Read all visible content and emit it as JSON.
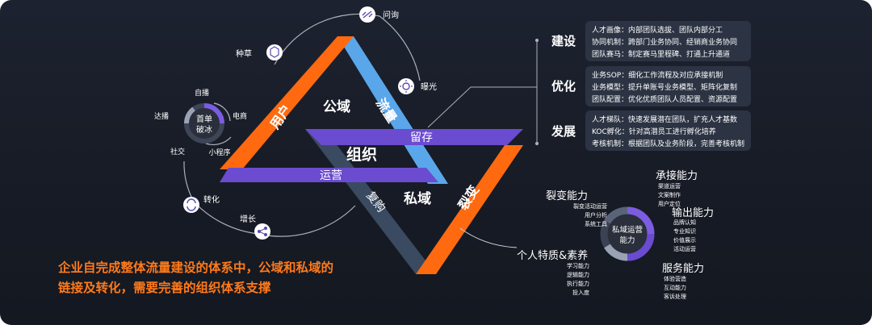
{
  "cycle": {
    "center": [
      "首单",
      "破冰"
    ],
    "inner": {
      "top": "自播",
      "right": "电商",
      "bottom": "小程序",
      "left": "达播",
      "left_lower": "社交"
    },
    "outer": {
      "top_left": "种草",
      "top": "问询",
      "right": "曝光",
      "bottom_left": "转化",
      "bottom": "增长"
    }
  },
  "triangle": {
    "public": "公域",
    "private": "私域",
    "org": "组织",
    "users": "用户",
    "traffic": "流量",
    "retention": "留存",
    "operation": "运营",
    "repurchase": "复购",
    "fission": "裂变"
  },
  "org_sections": [
    {
      "title": "建设",
      "lines": [
        {
          "label": "人才画像：",
          "text": "内部团队选拔、团队内部分工"
        },
        {
          "label": "协同机制：",
          "text": "跨部门业务协同、经销商业务协同"
        },
        {
          "label": "团队赛马：",
          "text": "制定赛马里程碑、打通上升通道"
        }
      ]
    },
    {
      "title": "优化",
      "lines": [
        {
          "label": "业务SOP：",
          "text": "细化工作流程及对应承接机制"
        },
        {
          "label": "业务模型：",
          "text": "提升单账号业务模型、矩阵化复制"
        },
        {
          "label": "团队配置：",
          "text": "优化优质团队人员配置、资源配置"
        }
      ]
    },
    {
      "title": "发展",
      "lines": [
        {
          "label": "人才梯队：",
          "text": "快速发展潜在团队，扩充人才基数"
        },
        {
          "label": "KOC孵化：",
          "text": "针对高潜员工进行孵化培养"
        },
        {
          "label": "考核机制：",
          "text": "根据团队及业务阶段，完善考核机制"
        }
      ]
    }
  ],
  "capability": {
    "center": [
      "私域运营",
      "能力"
    ],
    "groups": [
      {
        "title": "裂变能力",
        "items": [
          "裂变活动运营",
          "用户分析",
          "系统工具"
        ]
      },
      {
        "title": "承接能力",
        "items": [
          "渠道运营",
          "文案制作",
          "用户定位"
        ]
      },
      {
        "title": "输出能力",
        "items": [
          "品牌认知",
          "专业知识",
          "价值展示",
          "活动运营"
        ]
      },
      {
        "title": "服务能力",
        "items": [
          "体验营造",
          "互动能力",
          "客诉处理"
        ]
      },
      {
        "title": "个人特质&素养",
        "items": [
          "学习能力",
          "逻辑能力",
          "执行能力",
          "投入度"
        ]
      }
    ]
  },
  "conclusion": [
    "企业自完成整体流量建设的体系中，公域和私域的",
    "链接及转化，需要完善的组织体系支撑"
  ],
  "colors": {
    "orange": "#ff6a10",
    "blue": "#5aa6ea",
    "purple": "#6b4bd0",
    "slate": "#3a4a60",
    "ring": "#7c5ce0"
  }
}
